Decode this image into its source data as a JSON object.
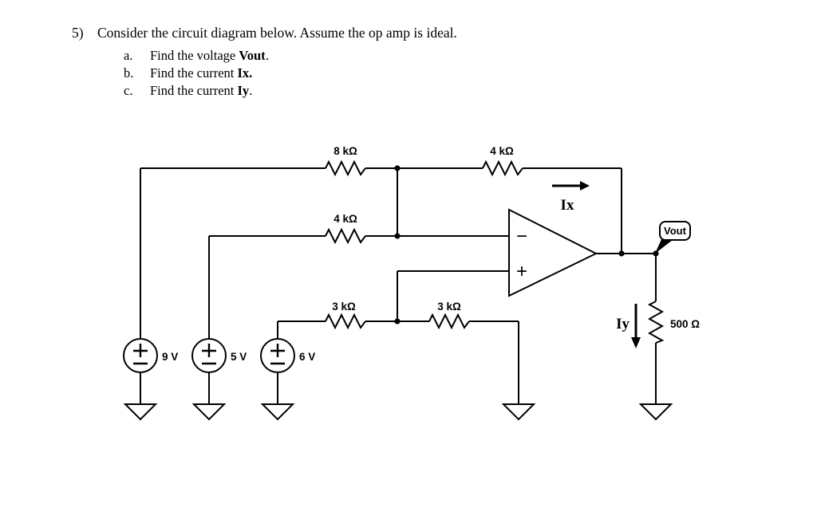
{
  "problem": {
    "number": "5)",
    "statement": "Consider the circuit diagram below. Assume the op amp is ideal.",
    "items": [
      {
        "marker": "a.",
        "text": "Find the voltage ",
        "term": "Vout",
        "suffix": "."
      },
      {
        "marker": "b.",
        "text": "Find the current ",
        "term": "Ix.",
        "suffix": ""
      },
      {
        "marker": "c.",
        "text": "Find the current ",
        "term": "Iy",
        "suffix": "."
      }
    ]
  },
  "circuit": {
    "resistor_labels": {
      "feedback_8k": "8 kΩ",
      "top_right_4k": "4 kΩ",
      "input_4k": "4 kΩ",
      "bottom_left_3k": "3 kΩ",
      "bottom_right_3k": "3 kΩ",
      "load_500": "500 Ω"
    },
    "source_labels": {
      "v1": "9 V",
      "v2": "5 V",
      "v3": "6 V"
    },
    "opamp": {
      "inverting_sign": "−",
      "noninverting_sign": "+"
    },
    "current_labels": {
      "ix": "Ix",
      "iy": "Iy"
    },
    "output_label": "Vout",
    "colors": {
      "ink": "#000000",
      "background": "#ffffff"
    }
  }
}
